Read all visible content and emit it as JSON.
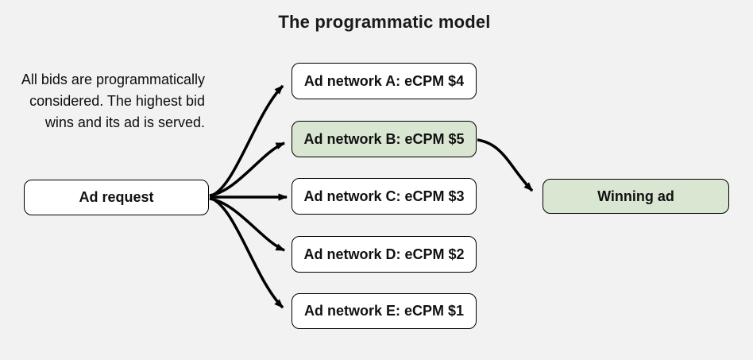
{
  "title": "The programmatic model",
  "note": "All bids are programmatically\nconsidered. The highest bid\nwins and its ad is served.",
  "nodes": {
    "ad_request": {
      "label": "Ad request",
      "highlighted": false
    },
    "network_a": {
      "label": "Ad network A: eCPM $4",
      "ecpm_usd": 4,
      "highlighted": false
    },
    "network_b": {
      "label": "Ad network B: eCPM $5",
      "ecpm_usd": 5,
      "highlighted": true
    },
    "network_c": {
      "label": "Ad network C: eCPM $3",
      "ecpm_usd": 3,
      "highlighted": false
    },
    "network_d": {
      "label": "Ad network D: eCPM $2",
      "ecpm_usd": 2,
      "highlighted": false
    },
    "network_e": {
      "label": "Ad network E: eCPM $1",
      "ecpm_usd": 1,
      "highlighted": false
    },
    "winning_ad": {
      "label": "Winning ad",
      "highlighted": true
    }
  },
  "colors": {
    "background": "#f2f2f2",
    "node_fill": "#ffffff",
    "highlight_fill": "#d9e7d2",
    "border": "#000000",
    "arrow": "#000000",
    "text": "#111111"
  }
}
